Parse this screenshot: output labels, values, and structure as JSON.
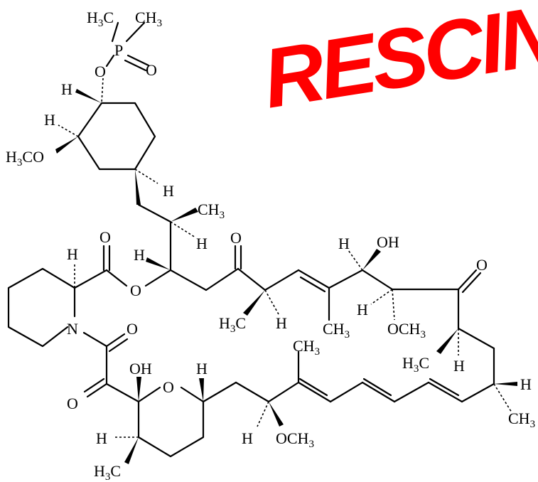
{
  "banner": {
    "text": "RESCIN",
    "color": "#ff0000"
  },
  "labels": {
    "h3c_top": "H3C",
    "ch3_top": "CH3",
    "p": "P",
    "o_p": "O",
    "o_p2": "O",
    "h_ring1": "H",
    "h_ring2": "H",
    "h3co_left": "H3CO",
    "h_cyc3": "H",
    "ch3_side": "CH3",
    "h_side": "H",
    "o_acid": "O",
    "h_pip": "H",
    "h_ester": "H",
    "o_ester": "O",
    "o_keto1": "O",
    "h_oh": "H",
    "oh_1": "OH",
    "o_keto2": "O",
    "h3c_mid": "H3C",
    "h_mid": "H",
    "ch3_mid": "CH3",
    "h_och": "H",
    "och3_mid": "OCH3",
    "n": "N",
    "o_amide": "O",
    "oh_2": "OH",
    "h_pyr": "H",
    "o_pyr": "O",
    "ch3_low": "CH3",
    "o_dik": "O",
    "h3c_r": "H3C",
    "h_r": "H",
    "h_far": "H",
    "ch3_far": "CH3",
    "h_bot1": "H",
    "h_bot2": "H",
    "och3_bot": "OCH3",
    "h3c_bot": "H3C"
  }
}
